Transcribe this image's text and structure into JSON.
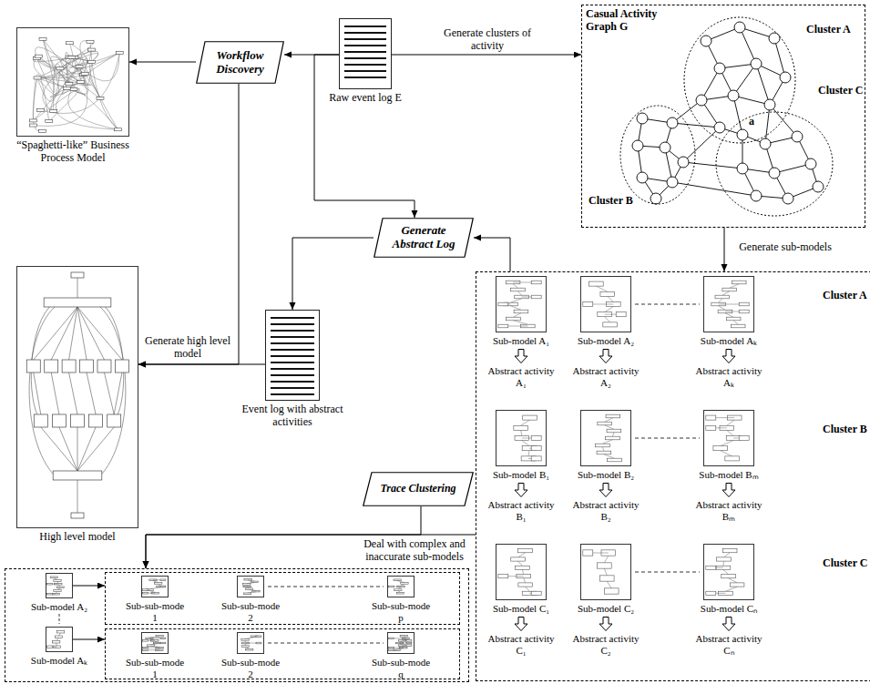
{
  "diagram": {
    "nodes": [
      {
        "text": [
          "“Spaghetti-like” Business Process Model"
        ]
      },
      {
        "text": [
          "Workflow Discovery"
        ]
      },
      {
        "text": [
          "Raw event log E"
        ]
      },
      {
        "text": [
          "Casual Activity Graph G"
        ]
      },
      {
        "text": [
          "Cluster A"
        ],
        "in": 3
      },
      {
        "text": [
          "Cluster B"
        ],
        "in": 3
      },
      {
        "text": [
          "Cluster C"
        ],
        "in": 3
      },
      {
        "text": [
          "High level model"
        ]
      },
      {
        "text": [
          "Event log with abstract activities"
        ]
      },
      {
        "text": [
          "Generate Abstract Log"
        ]
      },
      {
        "text": [
          "Cluster A",
          "Cluster B",
          "Cluster C"
        ]
      },
      {
        "text": [
          "Sub-model A₁",
          "Abstract activity A₁"
        ],
        "in": 10
      },
      {
        "text": [
          "Sub-model A₂",
          "Abstract activity A₂"
        ],
        "in": 10
      },
      {
        "text": [
          "Sub-model Aₖ",
          "Abstract activity Aₖ"
        ],
        "in": 10
      },
      {
        "text": [
          "Sub-model B₁",
          "Abstract activity B₁"
        ],
        "in": 10
      },
      {
        "text": [
          "Sub-model B₂",
          "Abstract activity B₂"
        ],
        "in": 10
      },
      {
        "text": [
          "Sub-model Bₘ",
          "Abstract activity Bₘ"
        ],
        "in": 10
      },
      {
        "text": [
          "Sub-model C₁",
          "Abstract activity C₁"
        ],
        "in": 10
      },
      {
        "text": [
          "Sub-model C₂",
          "Abstract activity C₂"
        ],
        "in": 10
      },
      {
        "text": [
          "Sub-model Cₙ",
          "Abstract activity Cₙ"
        ],
        "in": 10
      },
      {
        "text": [
          "Trace Clustering"
        ]
      },
      {
        "text": []
      },
      {
        "text": [
          "Sub-model A₂"
        ],
        "in": 21
      },
      {
        "text": [],
        "in": 21
      },
      {
        "text": [
          "Sub-sub-mode 1"
        ],
        "in": 23
      },
      {
        "text": [
          "Sub-sub-mode 2"
        ],
        "in": 23
      },
      {
        "text": [
          "Sub-sub-mode p"
        ],
        "in": 23
      },
      {
        "text": [
          "Sub-model Aₖ"
        ],
        "in": 21
      },
      {
        "text": [],
        "in": 21
      },
      {
        "text": [
          "Sub-sub-mode 1"
        ],
        "in": 28
      },
      {
        "text": [
          "Sub-sub-mode 2"
        ],
        "in": 28
      },
      {
        "text": [
          "Sub-sub-mode q"
        ],
        "in": 28
      }
    ],
    "edges": [
      {
        "from": 2,
        "to": 1,
        "arrow": "to"
      },
      {
        "from": 1,
        "to": 0,
        "arrow": "to"
      },
      {
        "from": 2,
        "to": 3,
        "label": "Generate clusters of activity",
        "arrow": "to"
      },
      {
        "from": 2,
        "to": 9,
        "arrow": "to"
      },
      {
        "from": 3,
        "to": 10,
        "label": "Generate sub-models",
        "arrow": "to"
      },
      {
        "from": 10,
        "to": 9,
        "arrow": "to"
      },
      {
        "from": 9,
        "to": 8,
        "arrow": "to"
      },
      {
        "from": 8,
        "to": 7,
        "label": "Generate high level model",
        "arrow": "to"
      },
      {
        "from": 1,
        "to": 7,
        "arrow": "to"
      },
      {
        "from": 10,
        "to": 21,
        "label": "Deal with complex and inaccurate sub-models",
        "arrow": "to"
      },
      {
        "from": 20,
        "to": 21,
        "arrow": "to"
      },
      {
        "from": 22,
        "to": 23,
        "arrow": "to"
      },
      {
        "from": 27,
        "to": 28,
        "arrow": "to"
      }
    ],
    "labels": [
      "a"
    ]
  }
}
